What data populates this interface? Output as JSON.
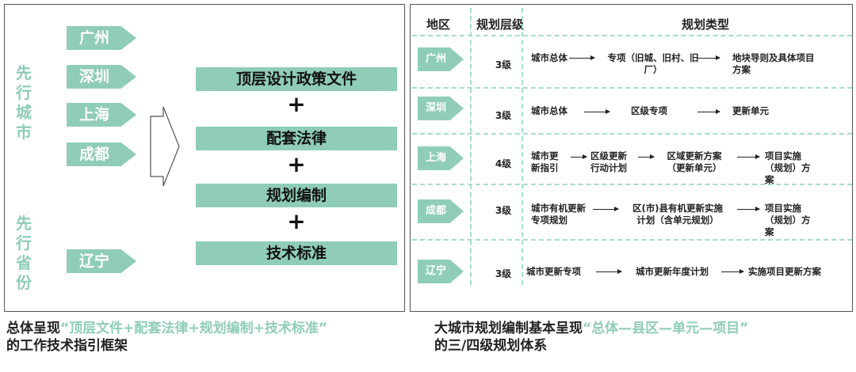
{
  "left": {
    "city_label": "先行城市",
    "province_label": "先行省份",
    "cities": [
      "广州",
      "深圳",
      "上海",
      "成都"
    ],
    "province": "辽宁",
    "framework": [
      "顶层设计政策文件",
      "配套法律",
      "规划编制",
      "技术标准"
    ],
    "plus": "+"
  },
  "right": {
    "headers": {
      "region": "地区",
      "level": "规划层级",
      "type": "规划类型"
    },
    "rows": [
      {
        "region": "广州",
        "level": "3级",
        "steps": [
          "城市总体",
          "专项（旧城、旧村、旧厂）",
          "地块导则及具体项目方案"
        ]
      },
      {
        "region": "深圳",
        "level": "3级",
        "steps": [
          "城市总体",
          "区级专项",
          "更新单元"
        ]
      },
      {
        "region": "上海",
        "level": "4级",
        "steps": [
          "城市更新指引",
          "区级更新行动计划",
          "区域更新方案（更新单元）",
          "项目实施（规划）方案"
        ]
      },
      {
        "region": "成都",
        "level": "3级",
        "steps": [
          "城市有机更新专项规划",
          "区(市)县有机更新实施计划（含单元规划）",
          "项目实施（规划）方案"
        ]
      },
      {
        "region": "辽宁",
        "level": "3级",
        "steps": [
          "城市更新专项",
          "城市更新年度计划",
          "实施项目更新方案"
        ]
      }
    ]
  },
  "captions": {
    "left_a": "总体呈现",
    "left_b": "“顶层文件+配套法律+规划编制+技术标准”",
    "left_c": "的工作技术指引框架",
    "right_a": "大城市规划编制基本呈现",
    "right_b": "“总体—县区—单元—项目”",
    "right_c": "的三/四级规划体系"
  },
  "colors": {
    "accent": "#8fcdb6"
  }
}
